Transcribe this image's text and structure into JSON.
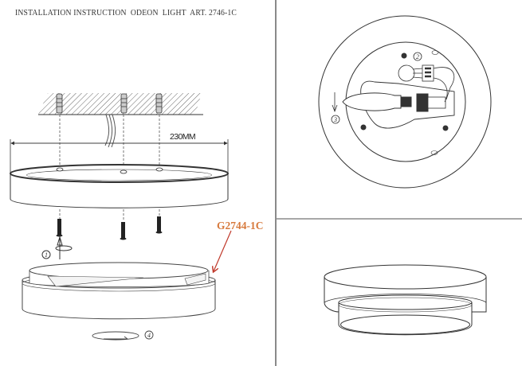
{
  "header": {
    "title": "INSTALLATION INSTRUCTION  ODEON  LIGHT  ART. 2746-1C"
  },
  "left_panel": {
    "dimension_label": "230MM",
    "part_label": "G2744-1C",
    "part_label_color": "#d77a3d",
    "arrow_color": "#c0392b",
    "steps": [
      {
        "number": "1",
        "description": "mounting bracket / screw with wall plug"
      },
      {
        "number": "4",
        "description": "rotate diffuser to lock"
      }
    ]
  },
  "right_top_panel": {
    "view": "bottom view with cover removed, lamp holder and terminal block",
    "steps": [
      {
        "number": "2",
        "description": "connect wires to terminal block"
      },
      {
        "number": "3",
        "description": "insert bulb"
      }
    ]
  },
  "right_bottom_panel": {
    "view": "assembled ceiling lamp"
  },
  "colors": {
    "line": "#333333",
    "divider": "#8a8a8a",
    "background": "#ffffff"
  }
}
